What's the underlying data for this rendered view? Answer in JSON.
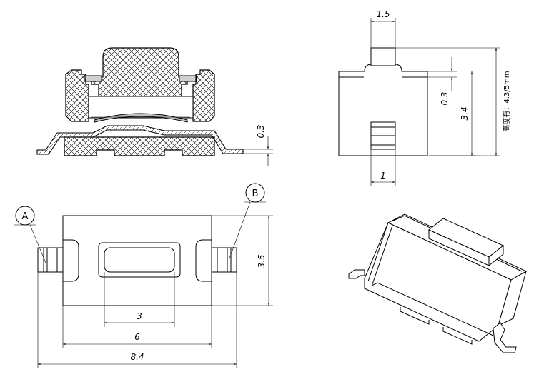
{
  "side_view": {
    "dim_thickness": "0.3"
  },
  "end_view": {
    "dim_actuator_width": "1.5",
    "dim_offset": "0.3",
    "dim_body_height": "3.4",
    "dim_lead_width": "1",
    "height_note": "高度有：4.3/5mm"
  },
  "top_view": {
    "callout_a": "A",
    "callout_b": "B",
    "dim_width": "3.5",
    "dim_button_length": "3",
    "dim_body_length": "6",
    "dim_overall_length": "8.4"
  }
}
